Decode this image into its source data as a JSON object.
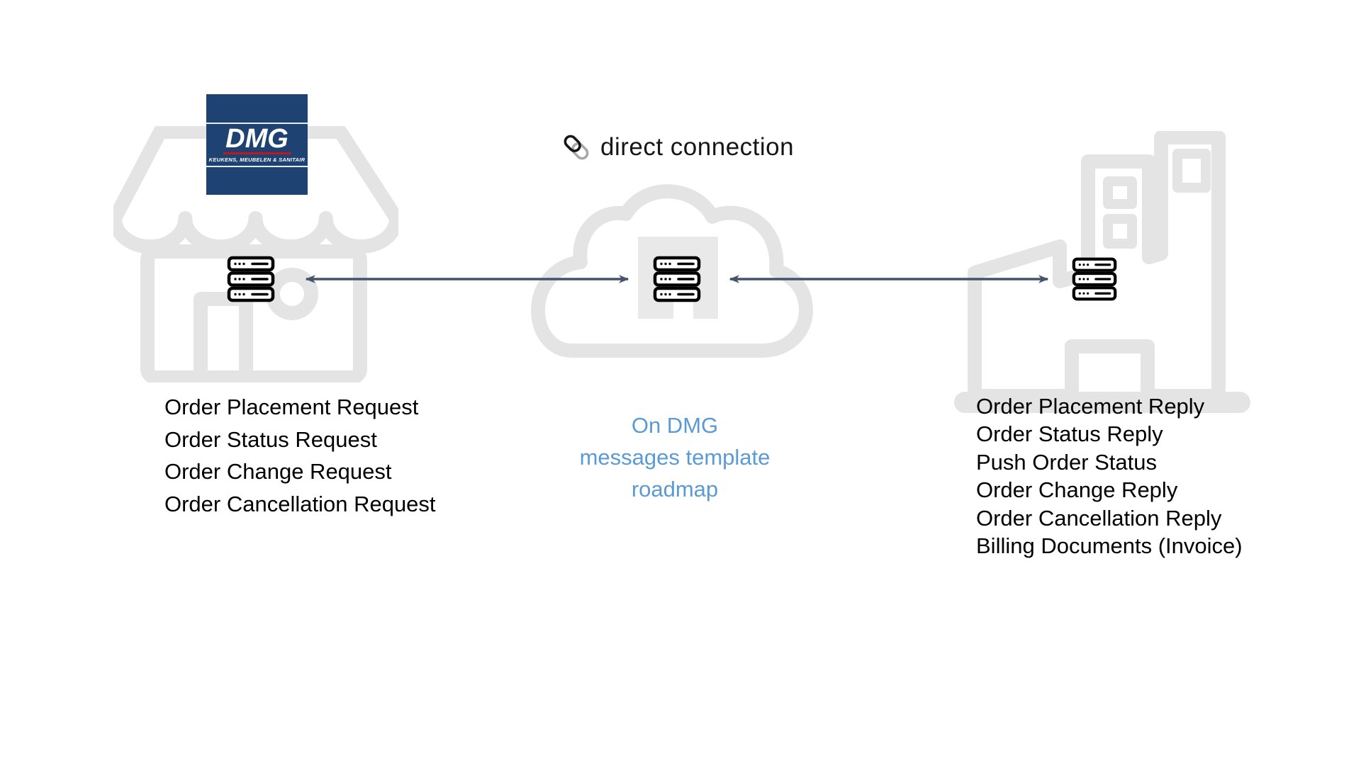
{
  "diagram": {
    "retailer": {
      "logo_title": "DMG",
      "logo_subtitle": "KEUKENS, MEUBELEN & SANITAIR"
    },
    "connection": {
      "label": "direct connection"
    },
    "cloud_note": {
      "lines": [
        "On DMG",
        "messages template",
        "roadmap"
      ]
    },
    "left_messages": [
      "Order Placement Request",
      "Order Status Request",
      "Order Change Request",
      "Order Cancellation Request"
    ],
    "right_messages": [
      "Order Placement Reply",
      "Order Status Reply",
      "Push Order Status",
      "Order Change Reply",
      "Order Cancellation Reply",
      "Billing Documents (Invoice)"
    ],
    "colors": {
      "accent_blue": "#5B9BD5",
      "arrow": "#44546A",
      "icon_gray": "#E4E4E4",
      "logo_navy": "#1E4372",
      "logo_red": "#C4161C",
      "text_black": "#000000"
    }
  }
}
